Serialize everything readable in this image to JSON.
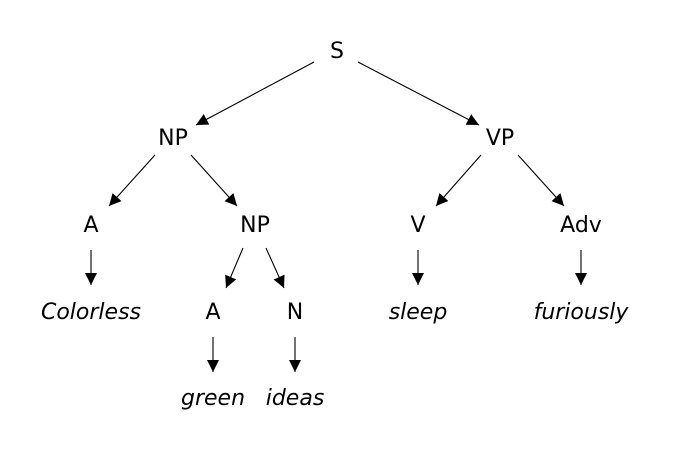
{
  "diagram": {
    "type": "parse-tree",
    "colors": {
      "ink": "#000000",
      "background": "#ffffff"
    },
    "nodes": {
      "s": "S",
      "np1": "NP",
      "vp": "VP",
      "a1": "A",
      "np2": "NP",
      "v": "V",
      "adv": "Adv",
      "w_colorless": "Colorless",
      "a2": "A",
      "n": "N",
      "w_sleep": "sleep",
      "w_furiously": "furiously",
      "w_green": "green",
      "w_ideas": "ideas"
    },
    "edges": [
      [
        "s",
        "np1"
      ],
      [
        "s",
        "vp"
      ],
      [
        "np1",
        "a1"
      ],
      [
        "np1",
        "np2"
      ],
      [
        "vp",
        "v"
      ],
      [
        "vp",
        "adv"
      ],
      [
        "a1",
        "w_colorless"
      ],
      [
        "np2",
        "a2"
      ],
      [
        "np2",
        "n"
      ],
      [
        "v",
        "w_sleep"
      ],
      [
        "adv",
        "w_furiously"
      ],
      [
        "a2",
        "w_green"
      ],
      [
        "n",
        "w_ideas"
      ]
    ]
  }
}
